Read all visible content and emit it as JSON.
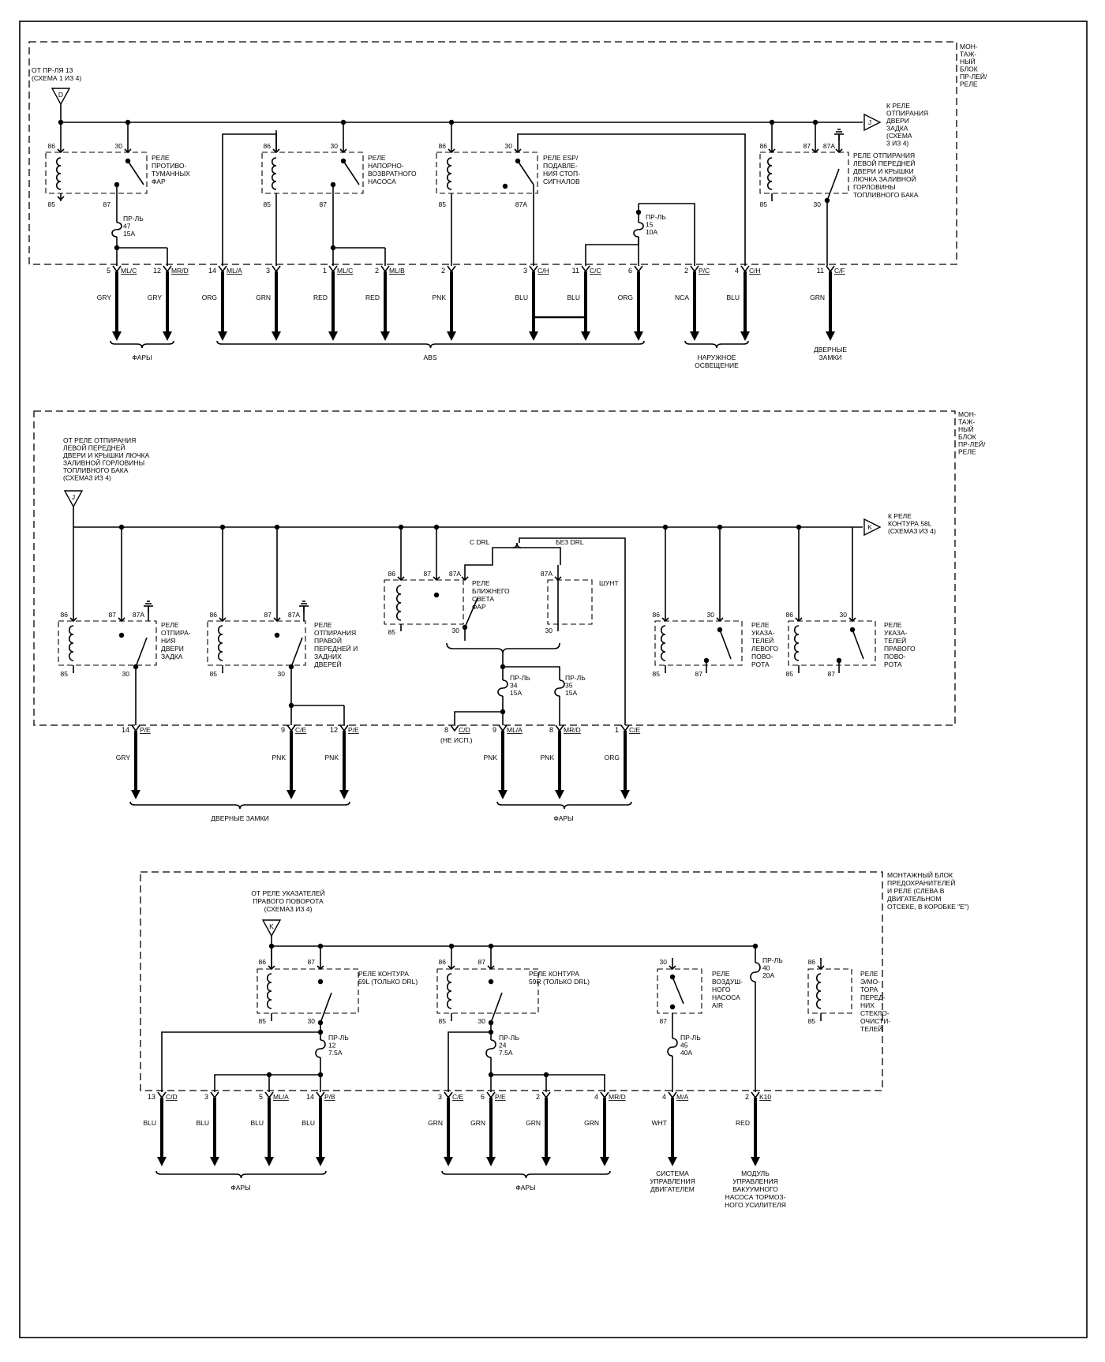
{
  "panel1": {
    "block_label": "МОН-\nТАЖ-\nНЫЙ\nБЛОК\nПР-ЛЕЙ/\nРЕЛЕ",
    "source": "ОТ ПР-ЛЯ 13\n(СХЕМА 1 ИЗ 4)",
    "source_letter": "D",
    "target": "К РЕЛЕ\nОТПИРАНИЯ\nДВЕРИ\nЗАДКА\n(СХЕМА\n3 ИЗ 4)",
    "target_letter": "J",
    "relays": [
      {
        "label": "РЕЛЕ\nПРОТИВО-\nТУМАННЫХ\nФАР"
      },
      {
        "label": "РЕЛЕ\nНАПОРНО-\nВОЗВРАТНОГО\nНАСОСА"
      },
      {
        "label": "РЕЛЕ ESP/\nПОДАВЛЕ-\nНИЯ СТОП-\nСИГНАЛОВ"
      },
      {
        "label": "РЕЛЕ ОТПИРАНИЯ\nЛЕВОЙ ПЕРЕДНЕЙ\nДВЕРИ И КРЫШКИ\nЛЮЧКА ЗАЛИВНОЙ\nГОРЛОВИНЫ\nТОПЛИВНОГО БАКА"
      }
    ],
    "fuses": [
      {
        "label": "ПР-ЛЬ\n47\n15A"
      },
      {
        "label": "ПР-ЛЬ\n15\n10A"
      }
    ],
    "connectors": [
      {
        "pin": "5",
        "code": "ML/C",
        "wire": "GRY"
      },
      {
        "pin": "12",
        "code": "MR/D",
        "wire": "GRY"
      },
      {
        "pin": "14",
        "code": "ML/A",
        "wire": "ORG"
      },
      {
        "pin": "3",
        "code": "",
        "wire": "GRN"
      },
      {
        "pin": "1",
        "code": "ML/C",
        "wire": "RED"
      },
      {
        "pin": "2",
        "code": "ML/B",
        "wire": "RED"
      },
      {
        "pin": "2",
        "code": "",
        "wire": "PNK"
      },
      {
        "pin": "3",
        "code": "C/H",
        "wire": "BLU"
      },
      {
        "pin": "11",
        "code": "C/C",
        "wire": "BLU"
      },
      {
        "pin": "6",
        "code": "",
        "wire": "ORG"
      },
      {
        "pin": "2",
        "code": "P/C",
        "wire": "NCA"
      },
      {
        "pin": "4",
        "code": "C/H",
        "wire": "BLU"
      },
      {
        "pin": "11",
        "code": "C/F",
        "wire": "GRN"
      }
    ],
    "groups": [
      {
        "label": "ФАРЫ"
      },
      {
        "label": "ABS"
      },
      {
        "label": "НАРУЖНОЕ\nОСВЕЩЕНИЕ"
      },
      {
        "label": "ДВЕРНЫЕ\nЗАМКИ"
      }
    ]
  },
  "panel2": {
    "block_label": "МОН-\nТАЖ-\nНЫЙ\nБЛОК\nПР-ЛЕЙ/\nРЕЛЕ",
    "source": "ОТ РЕЛЕ ОТПИРАНИЯ\nЛЕВОЙ ПЕРЕДНЕЙ\nДВЕРИ И КРЫШКИ ЛЮЧКА\nЗАЛИВНОЙ ГОРЛОВИНЫ\nТОПЛИВНОГО БАКА\n(СХЕМА3 ИЗ 4)",
    "source_letter": "J",
    "target": "К РЕЛЕ\nКОНТУРА 58L\n(СХЕМА3 ИЗ 4)",
    "target_letter": "K",
    "c_drl": "С DRL",
    "bez_drl": "БЕЗ DRL",
    "relays": [
      {
        "label": "РЕЛЕ\nОТПИРА-\nНИЯ\nДВЕРИ\nЗАДКА"
      },
      {
        "label": "РЕЛЕ\nОТПИРАНИЯ\nПРАВОЙ\nПЕРЕДНЕЙ И\nЗАДНИХ\nДВЕРЕЙ"
      },
      {
        "label": "РЕЛЕ\nБЛИЖНЕГО\nСВЕТА\nФАР"
      },
      {
        "label": "ШУНТ"
      },
      {
        "label": "РЕЛЕ\nУКАЗА-\nТЕЛЕЙ\nЛЕВОГО\nПОВО-\nРОТА"
      },
      {
        "label": "РЕЛЕ\nУКАЗА-\nТЕЛЕЙ\nПРАВОГО\nПОВО-\nРОТА"
      }
    ],
    "fuses": [
      {
        "label": "ПР-ЛЬ\n34\n15A"
      },
      {
        "label": "ПР-ЛЬ\n35\n15A"
      }
    ],
    "connectors": [
      {
        "pin": "14",
        "code": "P/E",
        "wire": "GRY"
      },
      {
        "pin": "9",
        "code": "C/E",
        "wire": "PNK"
      },
      {
        "pin": "12",
        "code": "P/E",
        "wire": "PNK"
      },
      {
        "pin": "8",
        "code": "C/D",
        "wire": ""
      },
      {
        "pin": "9",
        "code": "ML/A",
        "wire": "PNK"
      },
      {
        "pin": "8",
        "code": "MR/D",
        "wire": "PNK"
      },
      {
        "pin": "1",
        "code": "C/E",
        "wire": "ORG"
      }
    ],
    "not_used": "(НЕ ИСП.)",
    "groups": [
      {
        "label": "ДВЕРНЫЕ ЗАМКИ"
      },
      {
        "label": "ФАРЫ"
      }
    ]
  },
  "panel3": {
    "block_label": "МОНТАЖНЫЙ БЛОК\nПРЕДОХРАНИТЕЛЕЙ\nИ РЕЛЕ (СЛЕВА В\nДВИГАТЕЛЬНОМ\nОТСЕКЕ, В КОРОБКЕ \"Е\")",
    "source": "ОТ РЕЛЕ УКАЗАТЕЛЕЙ\nПРАВОГО ПОВОРОТА\n(СХЕМА3 ИЗ 4)",
    "source_letter": "K",
    "relays": [
      {
        "label": "РЕЛЕ КОНТУРА\n59L (ТОЛЬКО DRL)"
      },
      {
        "label": "РЕЛЕ КОНТУРА\n59R (ТОЛЬКО DRL)"
      },
      {
        "label": "РЕЛЕ\nВОЗДУШ-\nНОГО\nНАСОСА\nAIR"
      },
      {
        "label": "РЕЛЕ\nЭ/МО-\nТОРА\nПЕРЕД-\nНИХ\nСТЕКЛО-\nОЧИСТИ-\nТЕЛЕЙ"
      }
    ],
    "fuses": [
      {
        "label": "ПР-ЛЬ\n12\n7.5A"
      },
      {
        "label": "ПР-ЛЬ\n24\n7.5A"
      },
      {
        "label": "ПР-ЛЬ\n45\n40A"
      },
      {
        "label": "ПР-ЛЬ\n40\n20A"
      }
    ],
    "connectors": [
      {
        "pin": "13",
        "code": "C/D",
        "wire": "BLU"
      },
      {
        "pin": "3",
        "code": "",
        "wire": "BLU"
      },
      {
        "pin": "5",
        "code": "ML/A",
        "wire": "BLU"
      },
      {
        "pin": "14",
        "code": "P/B",
        "wire": "BLU"
      },
      {
        "pin": "3",
        "code": "C/E",
        "wire": "GRN"
      },
      {
        "pin": "6",
        "code": "P/E",
        "wire": "GRN"
      },
      {
        "pin": "2",
        "code": "",
        "wire": "GRN"
      },
      {
        "pin": "4",
        "code": "MR/D",
        "wire": "GRN"
      },
      {
        "pin": "4",
        "code": "M/A",
        "wire": "WHT"
      },
      {
        "pin": "2",
        "code": "K10",
        "wire": "RED"
      }
    ],
    "groups": [
      {
        "label": "ФАРЫ"
      },
      {
        "label": "ФАРЫ"
      },
      {
        "label": "СИСТЕМА\nУПРАВЛЕНИЯ\nДВИГАТЕЛЕМ"
      },
      {
        "label": "МОДУЛЬ\nУПРАВЛЕНИЯ\nВАКУУМНОГО\nНАСОСА ТОРМОЗ-\nНОГО УСИЛИТЕЛЯ"
      }
    ]
  },
  "terminals": {
    "t86": "86",
    "t85": "85",
    "t30": "30",
    "t87": "87",
    "t87a": "87A"
  }
}
